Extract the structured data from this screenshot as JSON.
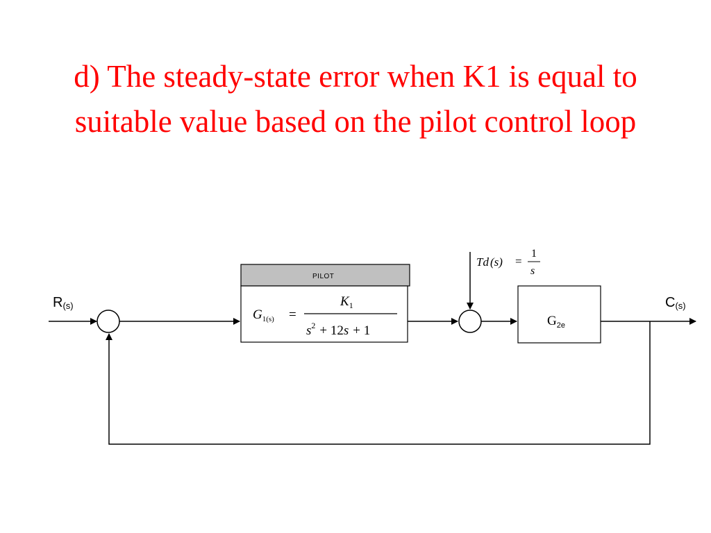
{
  "slide": {
    "title_line1": "d) The steady-state error when K1 is equal to",
    "title_line2": "suitable value based on the pilot control loop"
  },
  "colors": {
    "title": "#ff0000",
    "pilot_header_fill": "#c0c0c0",
    "line": "#000000"
  },
  "diagram": {
    "input": {
      "symbol": "R",
      "subscript": "(s)"
    },
    "output": {
      "symbol": "C",
      "subscript": "(s)"
    },
    "pilot_block": {
      "header": "PILOT",
      "lhs_symbol": "G",
      "lhs_subscript": "1(s)",
      "equals": "=",
      "numerator_symbol": "K",
      "numerator_subscript": "1",
      "denominator": {
        "s": "s",
        "power": "2",
        "term2": "+ 12",
        "term2_var": "s",
        "term3": "+ 1"
      }
    },
    "plant_block": {
      "symbol": "G",
      "subscript": "2e"
    },
    "disturbance": {
      "lhs": "Td",
      "arg": "(s)",
      "equals": "=",
      "numerator": "1",
      "denominator": "s"
    }
  }
}
